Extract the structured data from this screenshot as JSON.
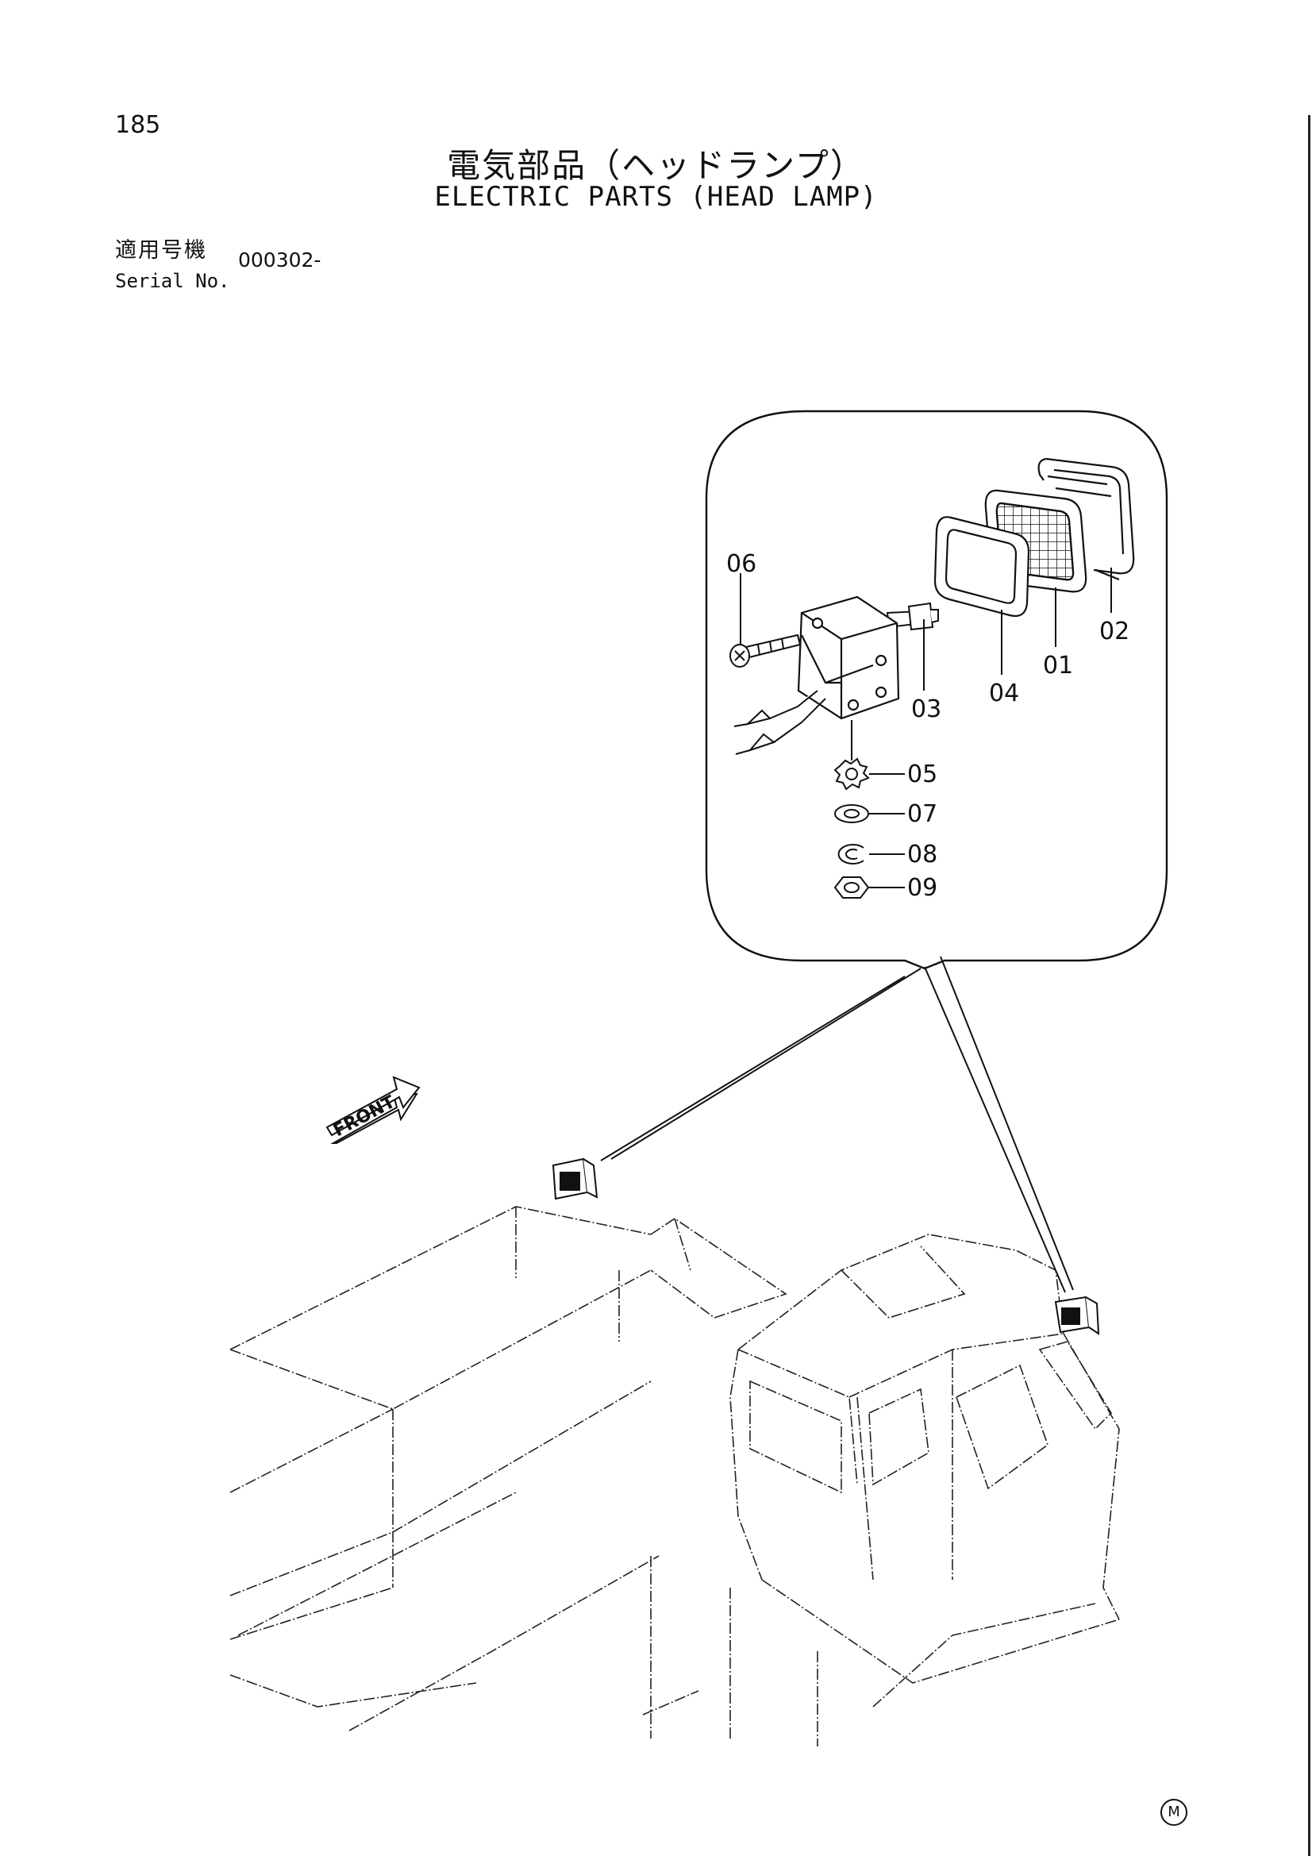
{
  "page": {
    "number": "185"
  },
  "title": {
    "japanese": "電気部品（ヘッドランプ）",
    "english": "ELECTRIC PARTS (HEAD LAMP)"
  },
  "serial": {
    "label_japanese": "適用号機",
    "label_english": "Serial No.",
    "value": "000302-"
  },
  "diagram": {
    "front_label": "FRONT",
    "callouts": [
      "01",
      "02",
      "03",
      "04",
      "05",
      "06",
      "07",
      "08",
      "09"
    ]
  },
  "corner_mark": "M"
}
